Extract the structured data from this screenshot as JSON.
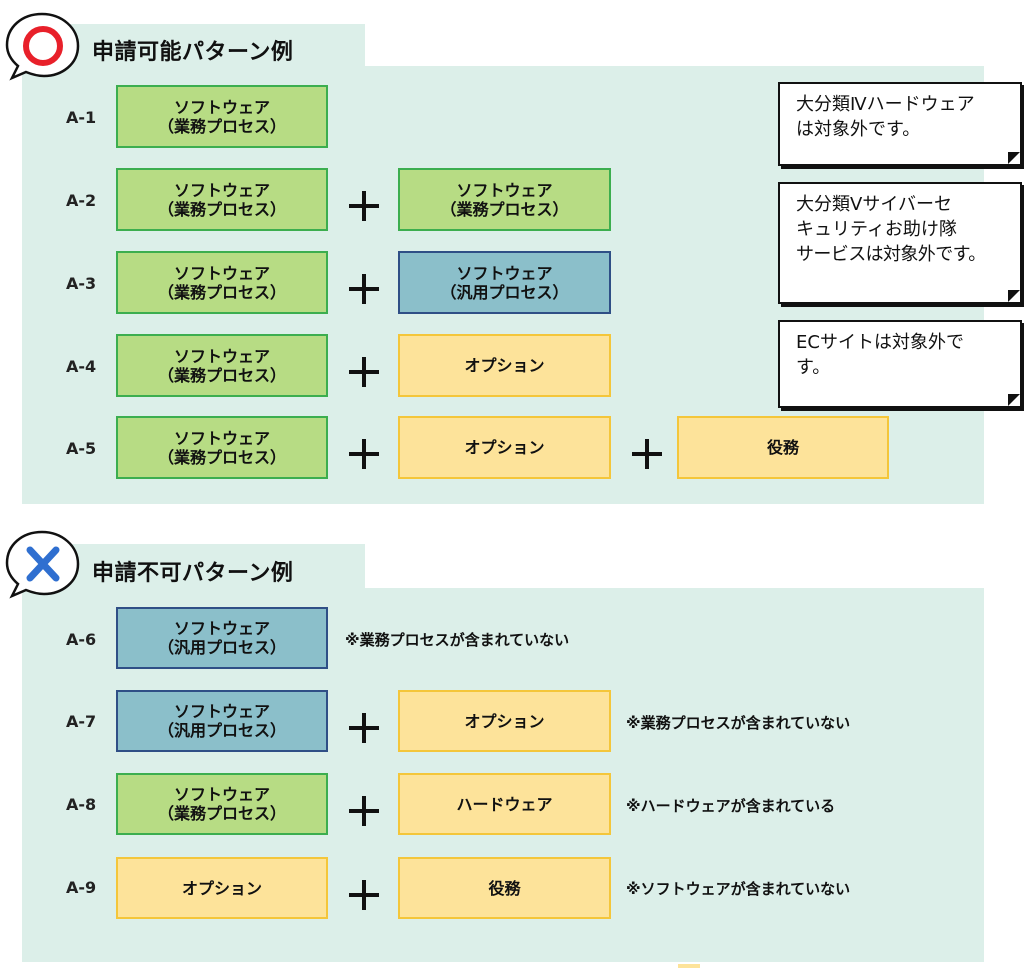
{
  "ok_section": {
    "title": "申請可能パターン例",
    "icon": "red-circle-icon",
    "rows": [
      {
        "label": "A-1",
        "boxes": [
          [
            "ソフトウェア",
            "（業務プロセス）"
          ]
        ]
      },
      {
        "label": "A-2",
        "boxes": [
          [
            "ソフトウェア",
            "（業務プロセス）"
          ],
          [
            "ソフトウェア",
            "（業務プロセス）"
          ]
        ]
      },
      {
        "label": "A-3",
        "boxes": [
          [
            "ソフトウェア",
            "（業務プロセス）"
          ],
          [
            "ソフトウェア",
            "（汎用プロセス）"
          ]
        ]
      },
      {
        "label": "A-4",
        "boxes": [
          [
            "ソフトウェア",
            "（業務プロセス）"
          ],
          [
            "オプション"
          ]
        ]
      },
      {
        "label": "A-5",
        "boxes": [
          [
            "ソフトウェア",
            "（業務プロセス）"
          ],
          [
            "オプション"
          ],
          [
            "役務"
          ]
        ]
      }
    ],
    "callouts": [
      [
        "大分類Ⅳハードウェア",
        "は対象外です。"
      ],
      [
        "大分類Ⅴサイバーセ",
        "キュリティお助け隊",
        "サービスは対象外です。"
      ],
      [
        "ECサイトは対象外で",
        "す。"
      ]
    ]
  },
  "ng_section": {
    "title": "申請不可パターン例",
    "icon": "blue-cross-icon",
    "rows": [
      {
        "label": "A-6",
        "boxes": [
          [
            "ソフトウェア",
            "（汎用プロセス）"
          ]
        ],
        "note": "※業務プロセスが含まれていない"
      },
      {
        "label": "A-7",
        "boxes": [
          [
            "ソフトウェア",
            "（汎用プロセス）"
          ],
          [
            "オプション"
          ]
        ],
        "note": "※業務プロセスが含まれていない"
      },
      {
        "label": "A-8",
        "boxes": [
          [
            "ソフトウェア",
            "（業務プロセス）"
          ],
          [
            "ハードウェア"
          ]
        ],
        "note": "※ハードウェアが含まれている"
      },
      {
        "label": "A-9",
        "boxes": [
          [
            "オプション"
          ],
          [
            "役務"
          ]
        ],
        "note": "※ソフトウェアが含まれていない"
      }
    ]
  },
  "colors": {
    "panel_bg": "#dcefe9",
    "green_fill": "#b7dc84",
    "green_border": "#3cae4f",
    "blue_fill": "#8bbfca",
    "blue_border": "#2f4f86",
    "yellow_fill": "#fde39a",
    "yellow_border": "#f4c63a",
    "ok_icon": "#e8202a",
    "ng_icon": "#2f6fd0"
  }
}
